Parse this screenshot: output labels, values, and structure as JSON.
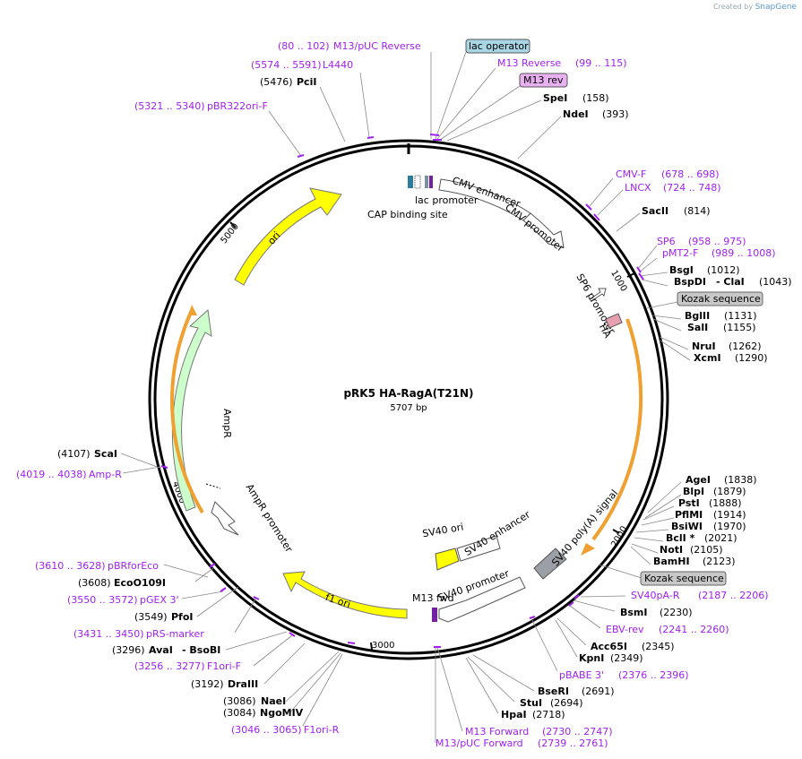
{
  "brand": {
    "created_by": "Created by",
    "name": "SnapGene"
  },
  "plasmid": {
    "name": "pRK5 HA-RagA(T21N)",
    "size": "5707 bp"
  },
  "ticks": [
    "1000",
    "2000",
    "3000",
    "4000",
    "5000"
  ],
  "features": {
    "lac_operator": "lac operator",
    "m13_rev": "M13 rev",
    "kozak1": "Kozak sequence",
    "kozak2": "Kozak sequence",
    "cap": "CAP binding site",
    "lac_promoter": "lac promoter",
    "cmv_enhancer": "CMV enhancer",
    "cmv_promoter": "CMV promoter",
    "sp6_promoter": "SP6 promoter",
    "ha": "HA",
    "ori": "ori",
    "ampr": "AmpR",
    "ampr_promoter": "AmpR promoter",
    "sv40_ori": "SV40 ori",
    "sv40_enhancer": "SV40 enhancer",
    "sv40_promoter": "SV40 promoter",
    "m13_fwd": "M13 fwd",
    "f1_ori": "f1 ori",
    "sv40_polya": "SV40 poly(A) signal"
  },
  "enzymes": {
    "pcii": {
      "pos": "(5476)",
      "name": "PciI"
    },
    "spei": {
      "name": "SpeI",
      "pos": "(158)"
    },
    "ndei": {
      "name": "NdeI",
      "pos": "(393)"
    },
    "sacii": {
      "name": "SacII",
      "pos": "(814)"
    },
    "bsgi": {
      "name": "BsgI",
      "pos": "(1012)"
    },
    "bspdi": {
      "name": "BspDI",
      "sep": "- ClaI",
      "pos": "(1043)"
    },
    "bglii": {
      "name": "BglII",
      "pos": "(1131)"
    },
    "sali": {
      "name": "SalI",
      "pos": "(1155)"
    },
    "nrui": {
      "name": "NruI",
      "pos": "(1262)"
    },
    "xcmi": {
      "name": "XcmI",
      "pos": "(1290)"
    },
    "agei": {
      "name": "AgeI",
      "pos": "(1838)"
    },
    "blpi": {
      "name": "BlpI",
      "pos": "(1879)"
    },
    "psti": {
      "name": "PstI",
      "pos": "(1888)"
    },
    "pflmi": {
      "name": "PflMI",
      "pos": "(1914)"
    },
    "bsiwi": {
      "name": "BsiWI",
      "pos": "(1970)"
    },
    "bcli": {
      "name": "BclI *",
      "pos": "(2021)"
    },
    "noti": {
      "name": "NotI",
      "pos": "(2105)"
    },
    "bamhi": {
      "name": "BamHI",
      "pos": "(2123)"
    },
    "bsmi": {
      "name": "BsmI",
      "pos": "(2230)"
    },
    "acc65i": {
      "name": "Acc65I",
      "pos": "(2345)"
    },
    "kpni": {
      "name": "KpnI",
      "pos": "(2349)"
    },
    "bseri": {
      "name": "BseRI",
      "pos": "(2691)"
    },
    "stui": {
      "name": "StuI",
      "pos": "(2694)"
    },
    "hpai": {
      "name": "HpaI",
      "pos": "(2718)"
    },
    "scai": {
      "pos": "(4107)",
      "name": "ScaI"
    },
    "eco": {
      "pos": "(3608)",
      "name": "EcoO109I"
    },
    "pfoi": {
      "pos": "(3549)",
      "name": "PfoI"
    },
    "avai": {
      "pos": "(3296)",
      "name": "AvaI",
      "sep": "- BsoBI"
    },
    "draiii": {
      "pos": "(3192)",
      "name": "DraIII"
    },
    "naei": {
      "pos": "(3086)",
      "name": "NaeI"
    },
    "ngomiv": {
      "pos": "(3084)",
      "name": "NgoMIV"
    }
  },
  "primers": {
    "m13puc_rev": {
      "range": "(80 .. 102)",
      "name": "M13/pUC Reverse"
    },
    "m13_reverse": {
      "name": "M13 Reverse",
      "range": "(99 .. 115)"
    },
    "l4440": {
      "range": "(5574 .. 5591)",
      "name": "L4440"
    },
    "pbr322": {
      "range": "(5321 .. 5340)",
      "name": "pBR322ori-F"
    },
    "cmvf": {
      "name": "CMV-F",
      "range": "(678 .. 698)"
    },
    "lncx": {
      "name": "LNCX",
      "range": "(724 .. 748)"
    },
    "sp6": {
      "name": "SP6",
      "range": "(958 .. 975)"
    },
    "pmt2": {
      "name": "pMT2-F",
      "range": "(989 .. 1008)"
    },
    "ampr": {
      "range": "(4019 .. 4038)",
      "name": "Amp-R"
    },
    "pbrforeco": {
      "range": "(3610 .. 3628)",
      "name": "pBRforEco"
    },
    "pgex": {
      "range": "(3550 .. 3572)",
      "name": "pGEX 3'"
    },
    "prs": {
      "range": "(3431 .. 3450)",
      "name": "pRS-marker"
    },
    "f1orif": {
      "range": "(3256 .. 3277)",
      "name": "F1ori-F"
    },
    "f1orir": {
      "range": "(3046 .. 3065)",
      "name": "F1ori-R"
    },
    "sv40par": {
      "name": "SV40pA-R",
      "range": "(2187 .. 2206)"
    },
    "ebv": {
      "name": "EBV-rev",
      "range": "(2241 .. 2260)"
    },
    "pbabe": {
      "name": "pBABE 3'",
      "range": "(2376 .. 2396)"
    },
    "m13fwd": {
      "name": "M13 Forward",
      "range": "(2730 .. 2747)"
    },
    "m13pucfwd": {
      "name": "M13/pUC Forward",
      "range": "(2739 .. 2761)"
    }
  }
}
